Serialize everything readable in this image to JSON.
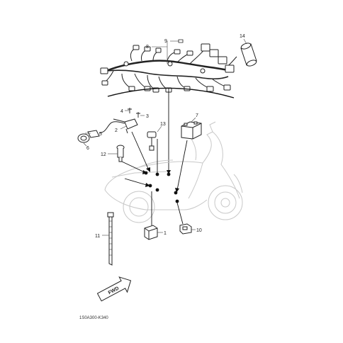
{
  "diagram": {
    "callouts": {
      "c1": "1",
      "c2": "2",
      "c3": "3",
      "c4": "4",
      "c5": "5",
      "c6": "6",
      "c7": "7",
      "c8": "8",
      "c9": "9",
      "c10": "10",
      "c11": "11",
      "c12": "12",
      "c13": "13",
      "c14": "14"
    },
    "fwd_label": "FWD",
    "drawing_code": "1S0A300-K340",
    "colors": {
      "line": "#222222",
      "ghost": "#c8c8c8",
      "dot": "#111111"
    }
  }
}
